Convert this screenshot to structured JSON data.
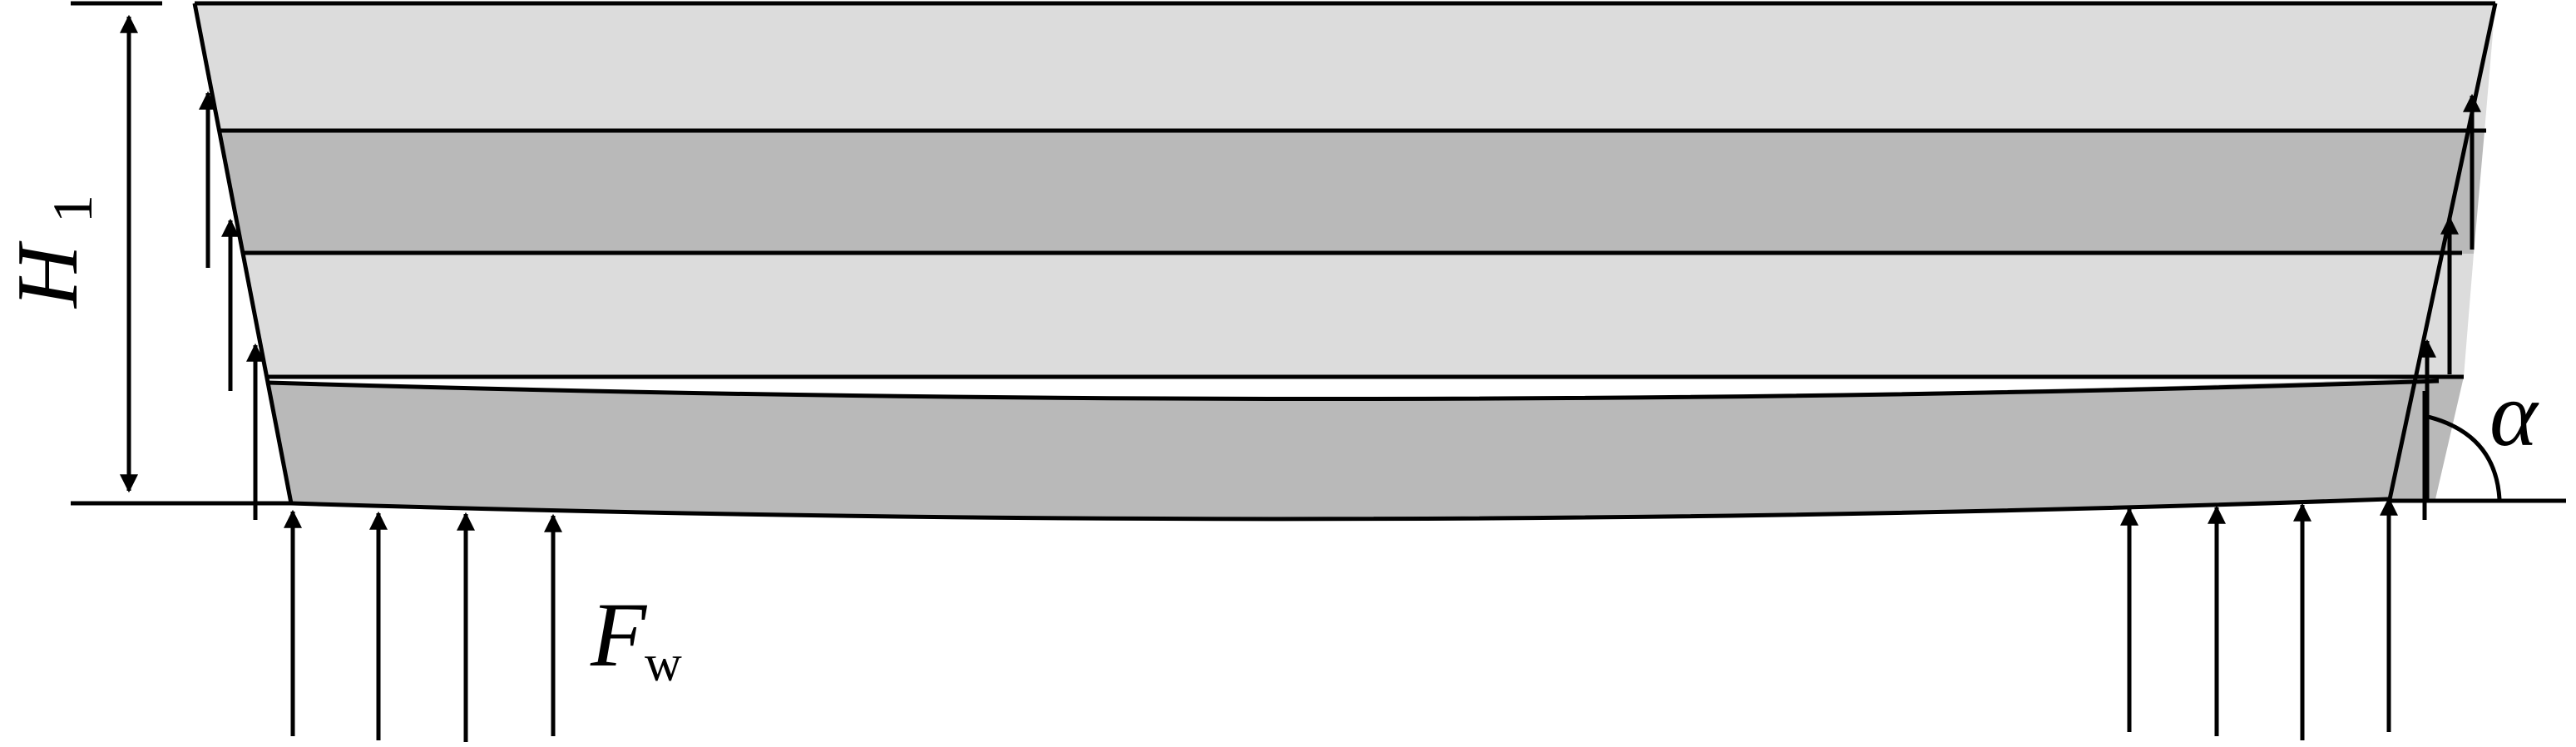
{
  "labels": {
    "height_main": "H",
    "height_sub": "1",
    "force_main": "F",
    "force_sub": "w",
    "angle": "α"
  },
  "colors": {
    "layer_light": "#dcdcdc",
    "layer_dark": "#b9b9b9",
    "line": "#000000",
    "background": "#ffffff"
  },
  "layers": [
    {
      "shade": "light"
    },
    {
      "shade": "dark"
    },
    {
      "shade": "light"
    },
    {
      "shade": "dark"
    }
  ]
}
